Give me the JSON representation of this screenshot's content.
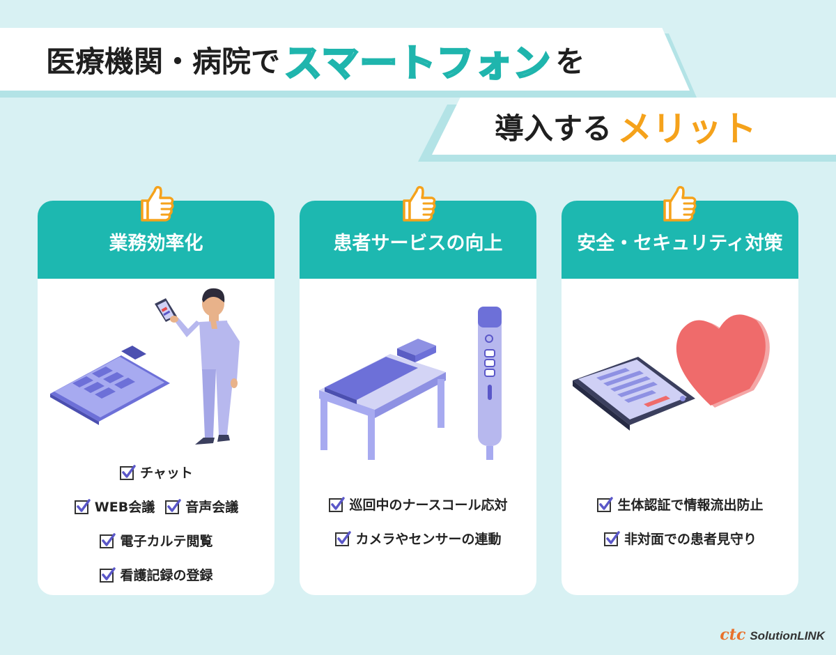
{
  "title": {
    "line1_part1": "医療機関・病院で",
    "line1_highlight": "スマートフォン",
    "line1_part2": "を",
    "line2_part1": "導入する",
    "line2_highlight": "メリット"
  },
  "cards": [
    {
      "header": "業務効率化",
      "icon": "thumbs-up-icon",
      "illustration": "doctor-with-smartphone-and-clipboard",
      "rows": [
        [
          "チャット"
        ],
        [
          "WEB会議",
          "音声会議"
        ],
        [
          "電子カルテ閲覧"
        ],
        [
          "看護記録の登録"
        ]
      ]
    },
    {
      "header": "患者サービスの向上",
      "icon": "thumbs-up-icon",
      "illustration": "hospital-bed-and-nurse-call",
      "rows": [
        [
          "巡回中のナースコール応対"
        ],
        [
          "カメラやセンサーの連動"
        ]
      ]
    },
    {
      "header": "安全・セキュリティ対策",
      "icon": "thumbs-up-icon",
      "illustration": "smartphone-and-heart",
      "rows": [
        [
          "生体認証で情報流出防止"
        ],
        [
          "非対面での患者見守り"
        ]
      ]
    }
  ],
  "logo": {
    "brand": "ctc",
    "product": "SolutionLINK"
  },
  "colors": {
    "teal": "#1db8b0",
    "orange": "#f5a21b",
    "background": "#d8f1f3",
    "check": "#5a57c8"
  }
}
